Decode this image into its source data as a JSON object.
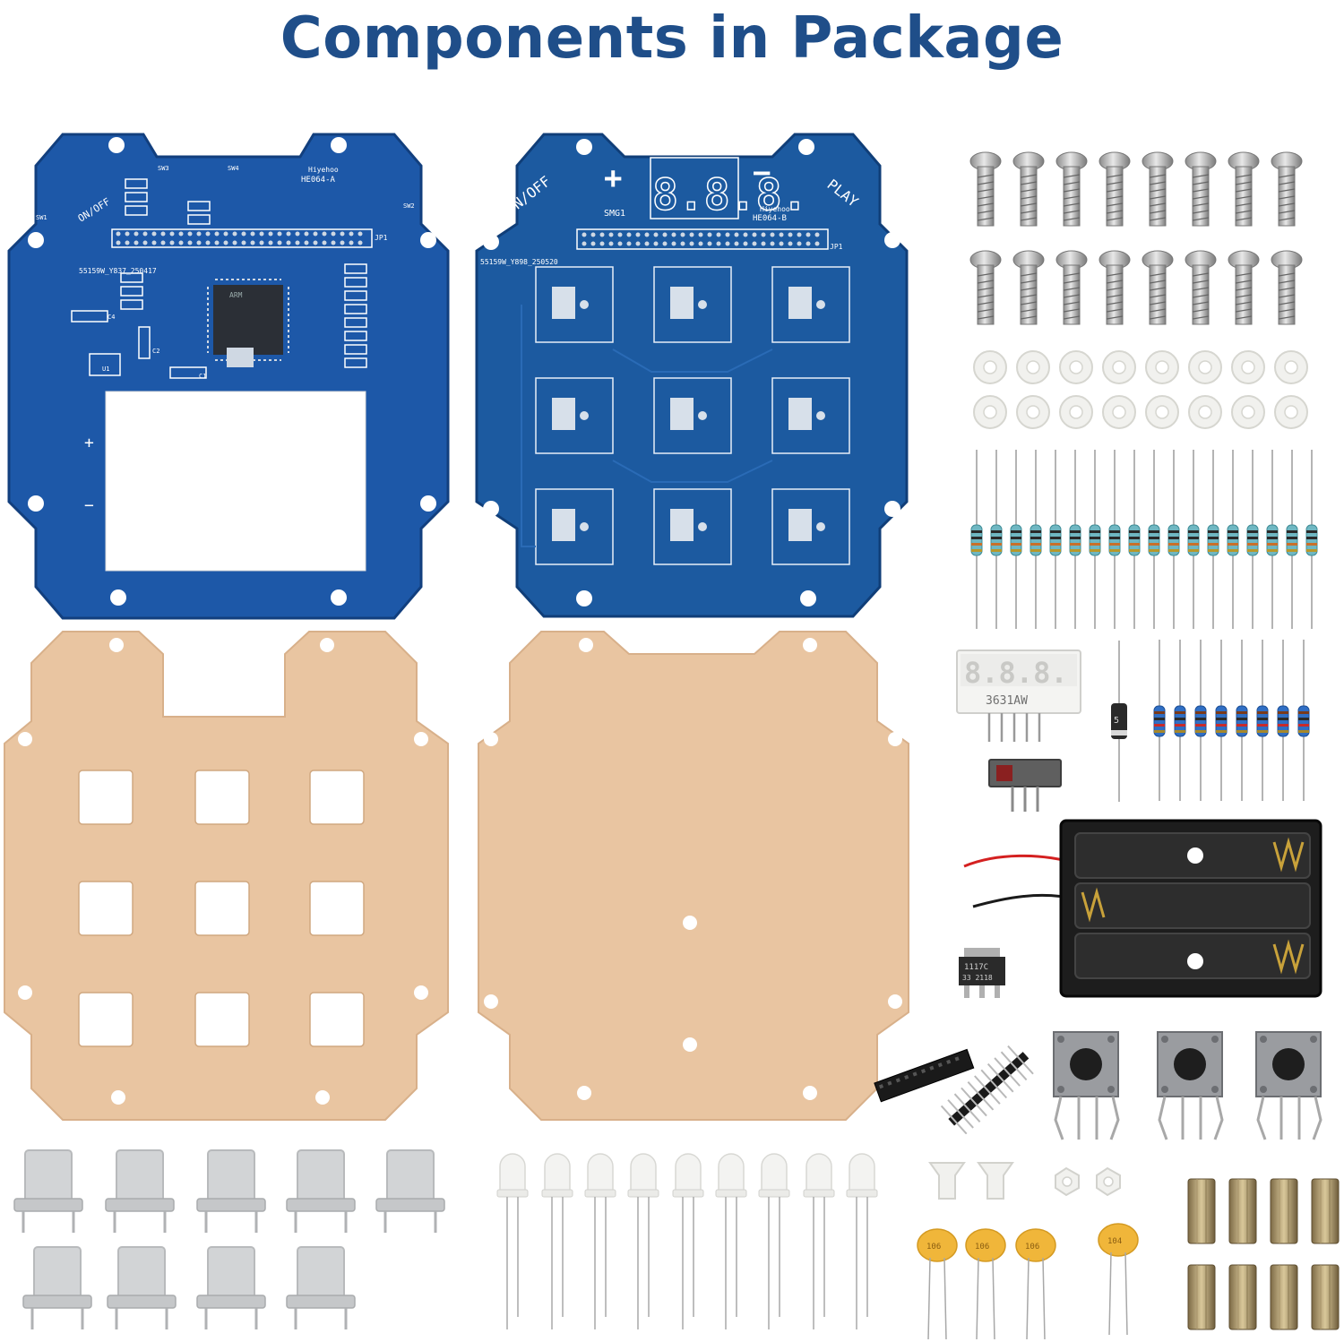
{
  "title": "Components in Package",
  "colors": {
    "title": "#1f4e89",
    "pcb_blue": "#1d58a8",
    "pcb_dark": "#123f7e",
    "acrylic": "#e9c5a1",
    "silkscreen": "#ffffff"
  },
  "board_a": {
    "label": "HE064-A",
    "brand": "Hiyehoo",
    "serial": "55159W_Y837_250417",
    "header": "JP1",
    "switch": "ON/OFF",
    "sw1": "SW1",
    "sw2": "SW2",
    "sw3": "SW3",
    "sw4": "SW4",
    "chip": "ARM",
    "u1": "U1",
    "c1": "C1",
    "c2": "C2",
    "c4": "C4",
    "plus": "+",
    "minus": "−"
  },
  "board_b": {
    "label": "HE064-B",
    "brand": "Hiyehoo",
    "serial": "55159W_Y898_250520",
    "header": "JP1",
    "switch": "ON/OFF",
    "play": "PLAY",
    "display_ref": "SMG1",
    "display_digits": "8.8.8.",
    "plus": "+",
    "minus": "−"
  },
  "seven_segment": {
    "digits": "8.8.8.",
    "part": "3631AW"
  },
  "diode_mark": "5",
  "regulator": {
    "line1": "1117C",
    "line2": "33 2118"
  },
  "capacitor_code": "106",
  "capacitor_code_2": "104",
  "icons": [
    "screw-icon",
    "washer-icon",
    "resistor-icon",
    "led-icon",
    "button-icon",
    "standoff-icon",
    "battery-box-icon"
  ]
}
